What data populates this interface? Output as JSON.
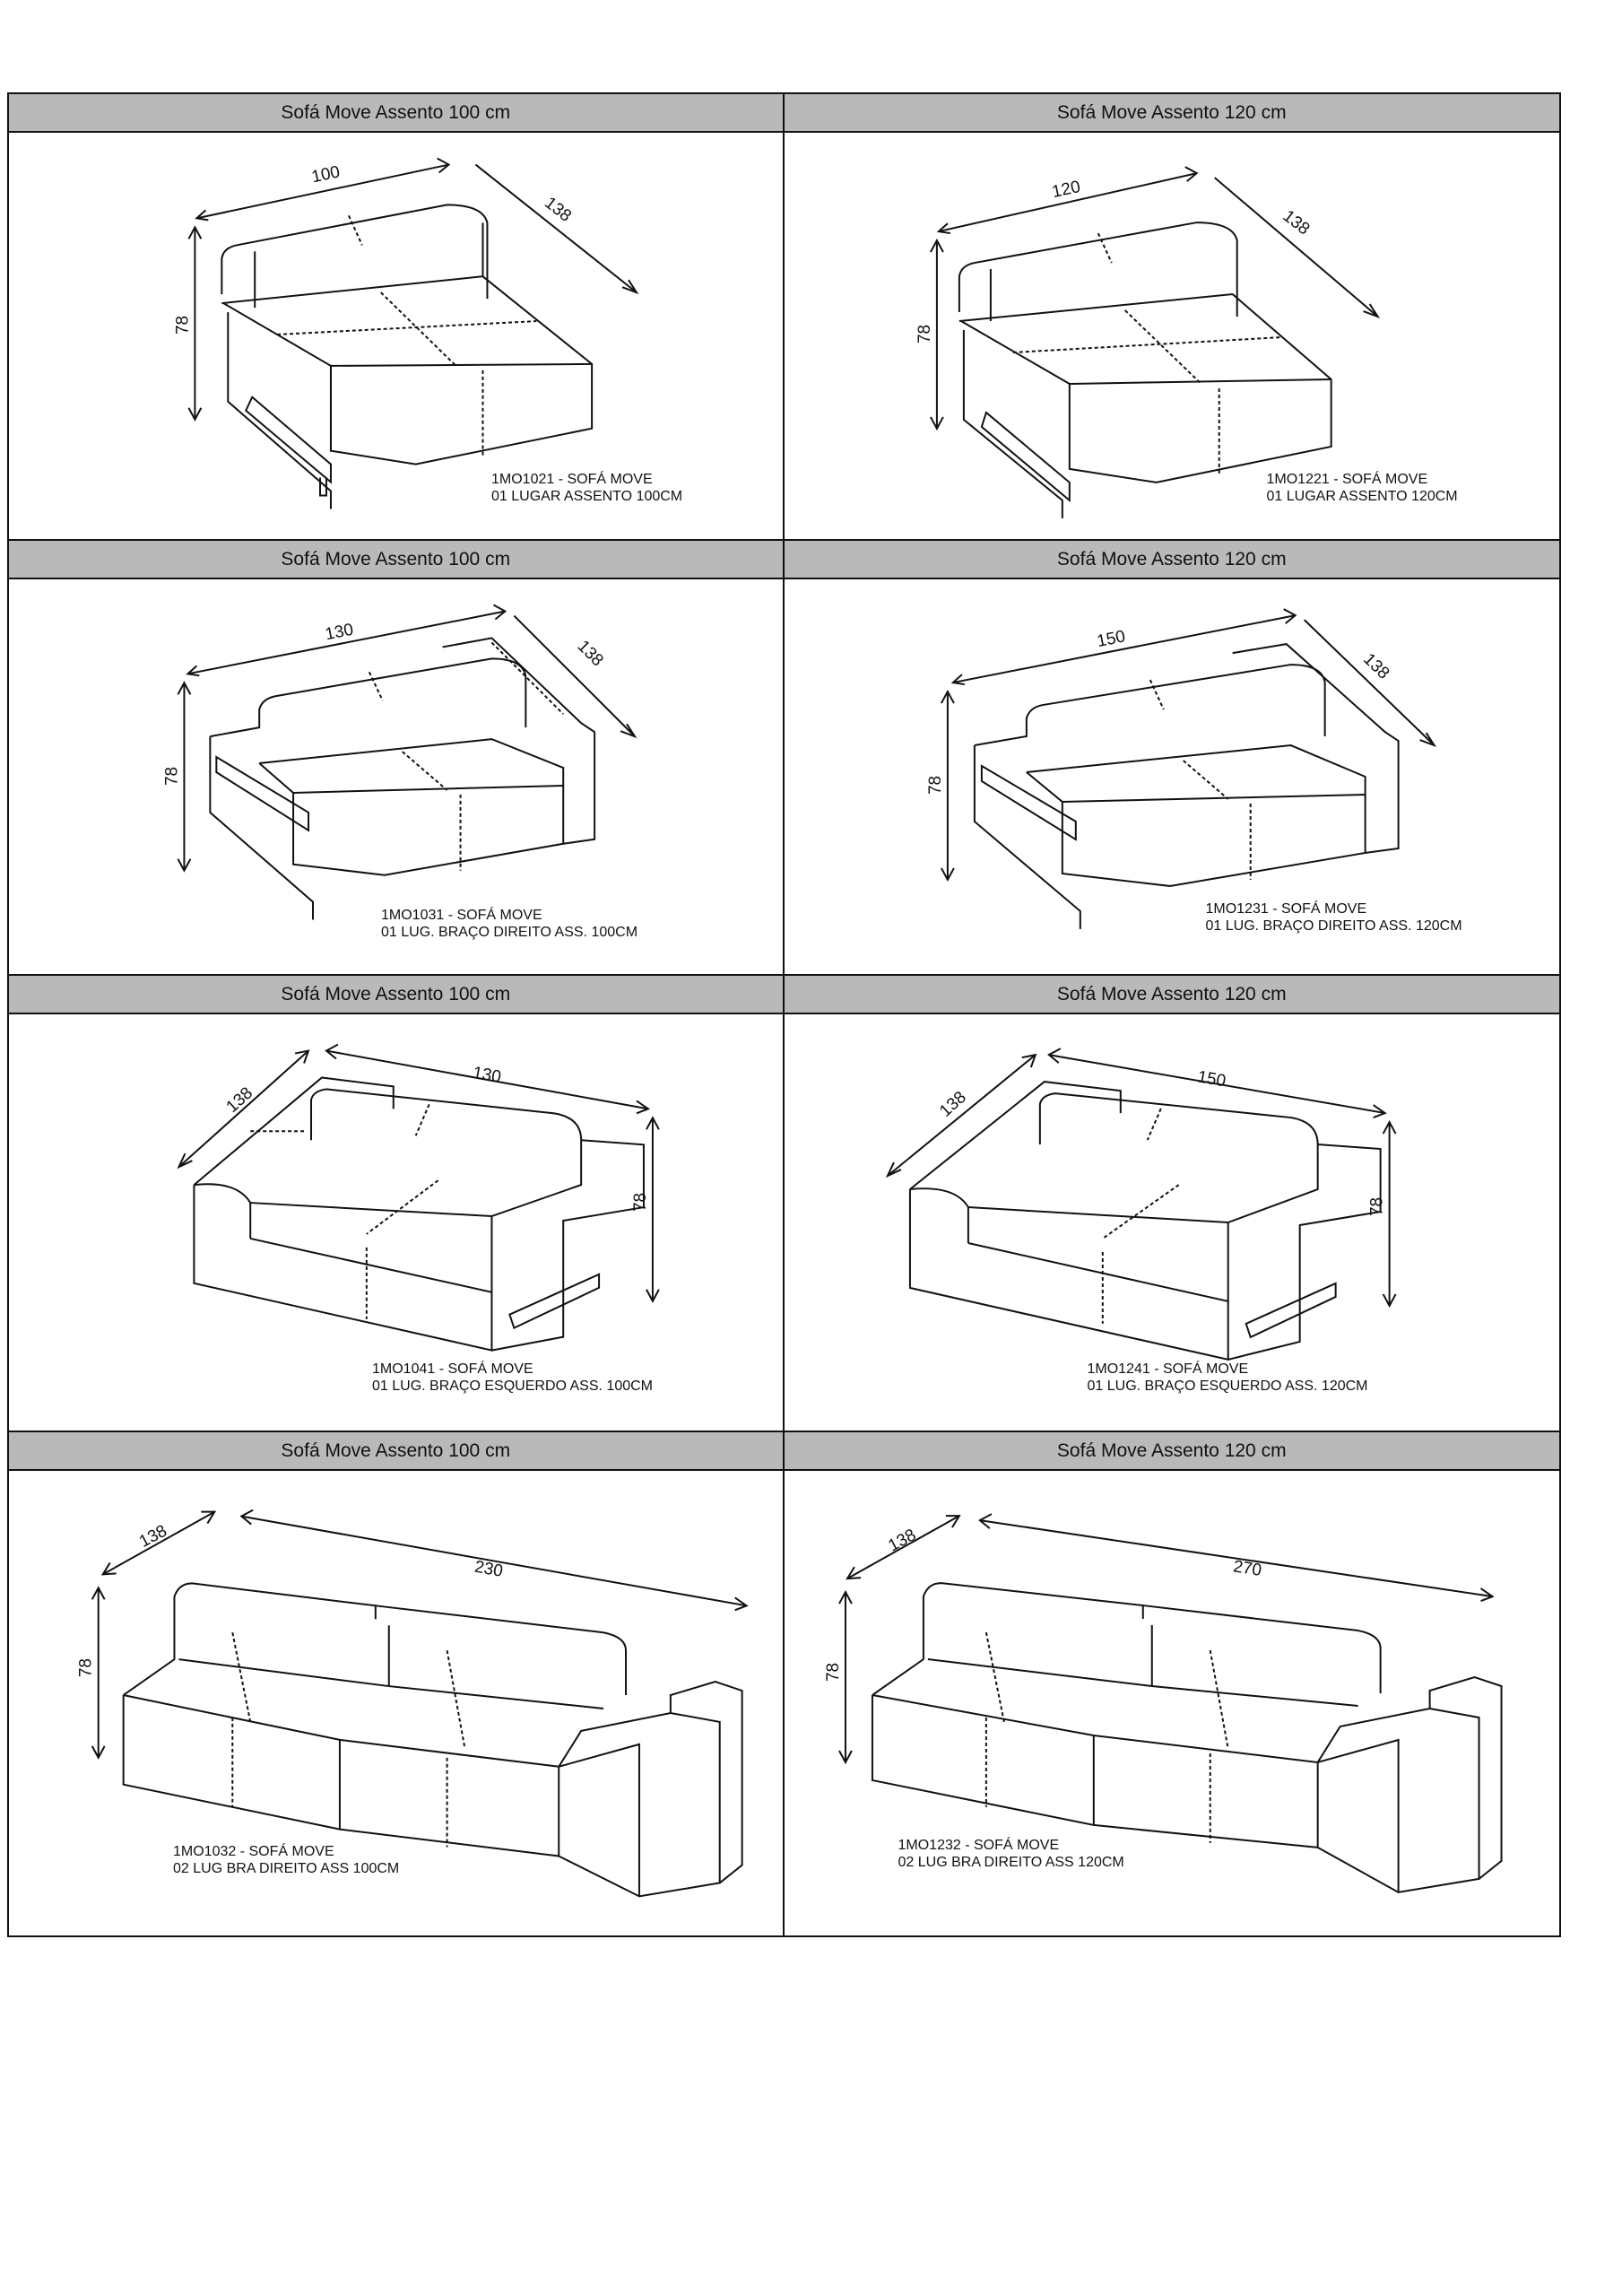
{
  "cells": [
    {
      "header": "Sofá Move Assento 100 cm",
      "code": "1MO1021 - SOFÁ MOVE",
      "desc": "01 LUGAR ASSENTO 100CM",
      "width": "100",
      "depth": "138",
      "height": "78"
    },
    {
      "header": "Sofá Move Assento 120 cm",
      "code": "1MO1221 - SOFÁ MOVE",
      "desc": "01 LUGAR ASSENTO 120CM",
      "width": "120",
      "depth": "138",
      "height": "78"
    },
    {
      "header": "Sofá Move Assento 100 cm",
      "code": "1MO1031 - SOFÁ MOVE",
      "desc": "01 LUG. BRAÇO DIREITO ASS. 100CM",
      "width": "130",
      "depth": "138",
      "height": "78"
    },
    {
      "header": "Sofá Move Assento 120 cm",
      "code": "1MO1231 - SOFÁ MOVE",
      "desc": "01 LUG. BRAÇO DIREITO ASS. 120CM",
      "width": "150",
      "depth": "138",
      "height": "78"
    },
    {
      "header": "Sofá Move Assento 100 cm",
      "code": "1MO1041 - SOFÁ MOVE",
      "desc": "01 LUG. BRAÇO ESQUERDO ASS. 100CM",
      "width": "130",
      "depth": "138",
      "height": "78"
    },
    {
      "header": "Sofá Move Assento 120 cm",
      "code": "1MO1241 - SOFÁ MOVE",
      "desc": "01 LUG. BRAÇO ESQUERDO ASS. 120CM",
      "width": "150",
      "depth": "138",
      "height": "78"
    },
    {
      "header": "Sofá Move Assento 100 cm",
      "code": "1MO1032 - SOFÁ MOVE",
      "desc": "02 LUG BRA DIREITO ASS 100CM",
      "width": "230",
      "depth": "138",
      "height": "78"
    },
    {
      "header": "Sofá Move Assento 120 cm",
      "code": "1MO1232 - SOFÁ MOVE",
      "desc": "02 LUG BRA DIREITO ASS 120CM",
      "width": "270",
      "depth": "138",
      "height": "78"
    }
  ]
}
